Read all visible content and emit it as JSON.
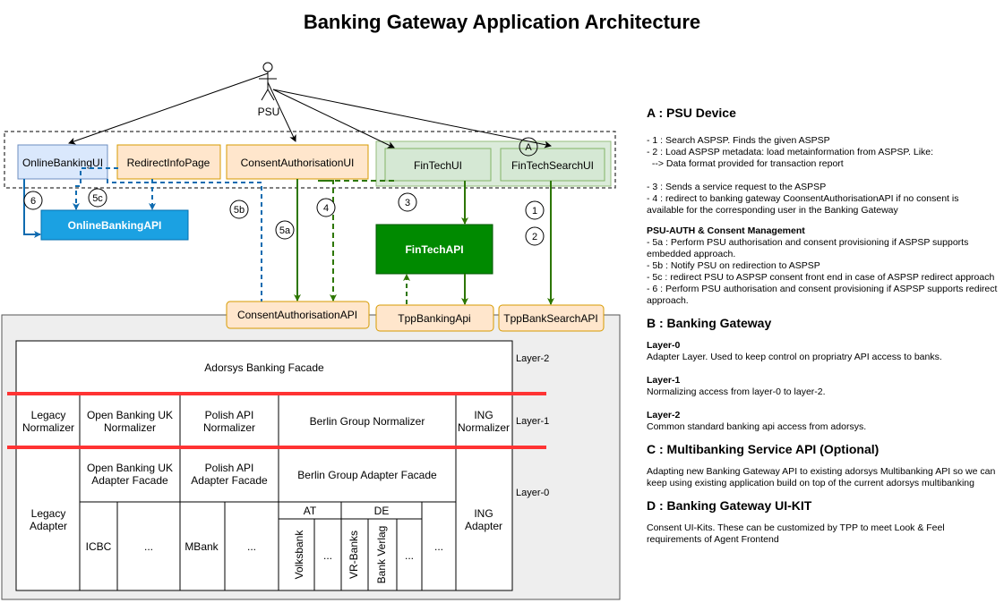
{
  "title": "Banking Gateway Application Architecture",
  "diagram": {
    "actor": "PSU",
    "ui_boxes": {
      "online_banking_ui": "OnlineBankingUI",
      "redirect_info_page": "RedirectInfoPage",
      "consent_authorisation_ui": "ConsentAuthorisationUI",
      "fintech_ui": "FinTechUI",
      "fintech_search_ui": "FinTechSearchUI"
    },
    "api_boxes": {
      "online_banking_api": "OnlineBankingAPI",
      "fintech_api": "FinTechAPI",
      "consent_authorisation_api": "ConsentAuthorisationAPI",
      "tpp_banking_api": "TppBankingApi",
      "tpp_bank_search_api": "TppBankSearchAPI"
    },
    "markers": [
      "A",
      "6",
      "5c",
      "5b",
      "5a",
      "4",
      "3",
      "1",
      "2"
    ],
    "layers": {
      "layer2": "Layer-2",
      "layer1": "Layer-1",
      "layer0": "Layer-0"
    },
    "facade": "Adorsys Banking Facade",
    "normalizers": {
      "legacy": "Legacy Normalizer",
      "obuk": "Open Banking UK Normalizer",
      "polish": "Polish API Normalizer",
      "berlin": "Berlin Group Normalizer",
      "ing": "ING Normalizer"
    },
    "adapters": {
      "legacy": "Legacy Adapter",
      "obuk": "Open Banking UK Adapter Facade",
      "polish": "Polish API Adapter Facade",
      "berlin": "Berlin Group Adapter Facade",
      "ing": "ING Adapter",
      "icbc": "ICBC",
      "mbank": "MBank",
      "ellipsis": "...",
      "at": "AT",
      "de": "DE",
      "volksbank": "Volksbank",
      "vr_banks": "VR-Banks",
      "bank_verlag": "Bank Verlag"
    }
  },
  "sidebar": {
    "a_title": "A : PSU Device",
    "a_lines": [
      "- 1 : Search ASPSP. Finds the given ASPSP",
      "- 2 : Load ASPSP metadata: load metainformation from ASPSP. Like:",
      "  --> Data format provided for transaction report",
      "",
      "- 3 : Sends a service request to the ASPSP",
      "- 4 : redirect to banking gateway CoonsentAuthorisationAPI if no consent is available for the corresponding user in the Banking Gateway"
    ],
    "psu_auth_title": "PSU-AUTH & Consent Management",
    "psu_auth_lines": [
      "- 5a : Perform PSU authorisation and consent provisioning if ASPSP supports embedded approach.",
      "- 5b : Notify PSU on redirection to ASPSP",
      "- 5c : redirect PSU to ASPSP consent front end in case of ASPSP redirect approach",
      "- 6 : Perform PSU authorisation and consent provisioning if ASPSP supports redirect approach."
    ],
    "b_title": "B : Banking Gateway",
    "layer0_title": "Layer-0",
    "layer0_text": "Adapter Layer. Used to keep control on propriatry API access to banks.",
    "layer1_title": "Layer-1",
    "layer1_text": "Normalizing access from layer-0 to layer-2.",
    "layer2_title": "Layer-2",
    "layer2_text": "Common standard banking api access from adorsys.",
    "c_title": "C : Multibanking Service API (Optional)",
    "c_text": "Adapting new Banking Gateway API to existing adorsys Multibanking API so we can keep using existing application build on top of the current adorsys multibanking",
    "d_title": "D : Banking Gateway UI-KIT",
    "d_text": "Consent UI-Kits. These can be customized by TPP to meet Look & Feel requirements of Agent Frontend"
  },
  "colors": {
    "ui_blue": "#dae8fc",
    "ui_orange": "#ffe6cc",
    "ui_green": "#d5e8d4",
    "api_blue": "#1ba1e2",
    "api_green": "#008a00",
    "arrow_green": "#2d7600",
    "arrow_blue": "#0e6bb0",
    "red_line": "#ff3333",
    "gateway_bg": "#eeeeee"
  }
}
